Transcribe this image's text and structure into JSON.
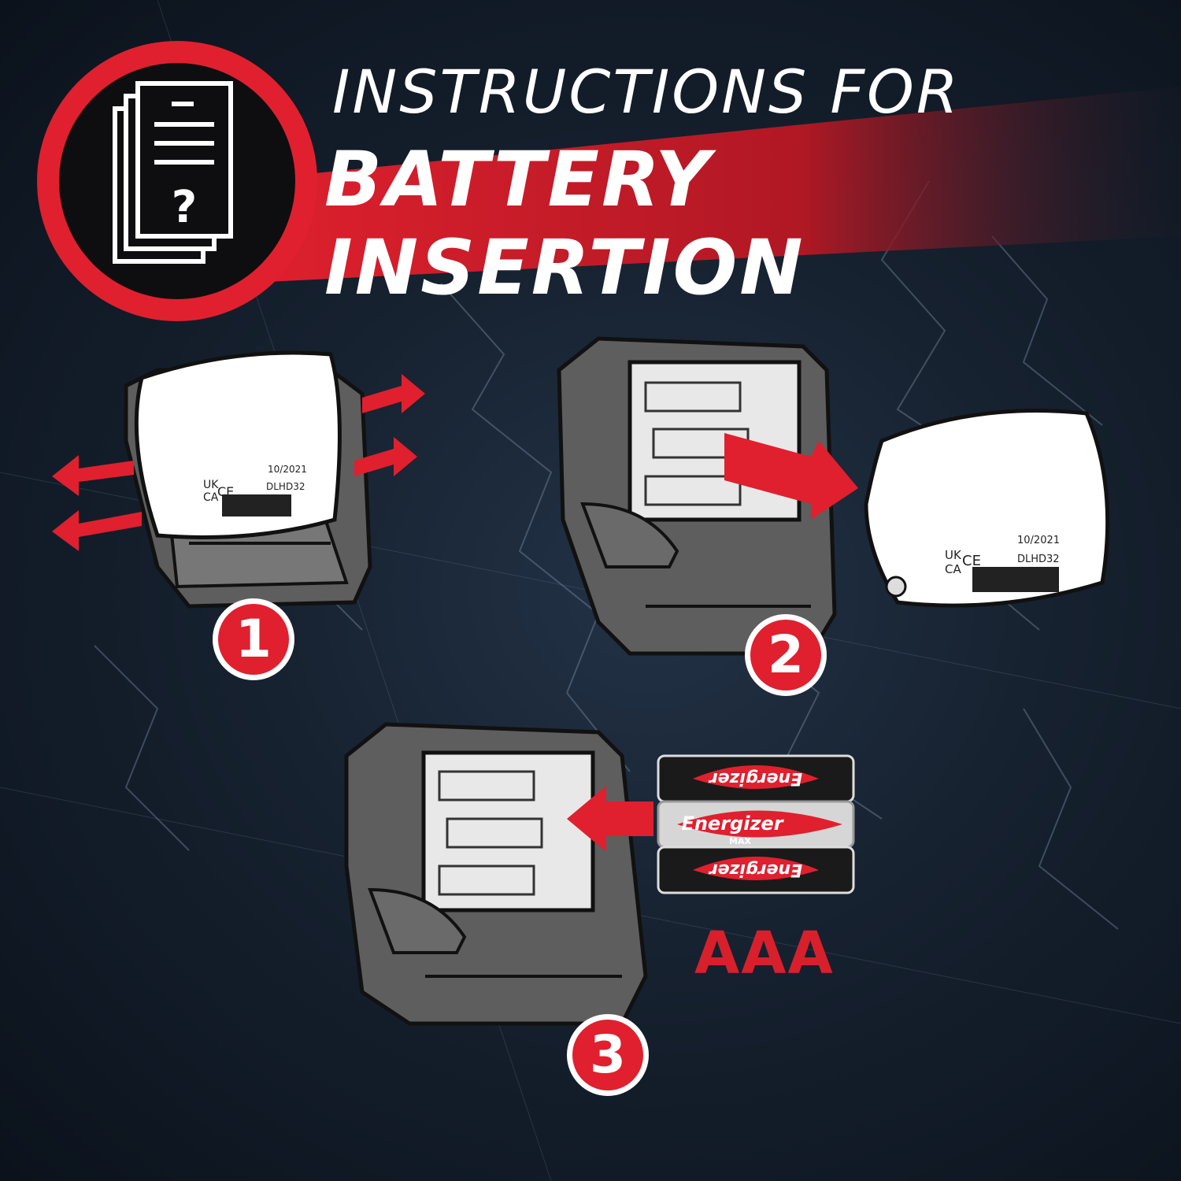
{
  "heading": {
    "line1": "INSTRUCTIONS FOR",
    "line2": "BATTERY INSERTION",
    "icon": "document-question-icon"
  },
  "colors": {
    "accent_red": "#e0202e",
    "background": "#16212f",
    "device_grey": "#6b6b6b",
    "cover_white": "#ffffff"
  },
  "steps": [
    {
      "number": "1",
      "description_icon": "remove-cover-icon"
    },
    {
      "number": "2",
      "description_icon": "detach-cover-icon"
    },
    {
      "number": "3",
      "description_icon": "insert-batteries-icon"
    }
  ],
  "cover_markings": {
    "uk": "UK",
    "ca": "CA",
    "ce": "CE",
    "code": "10/2021",
    "model": "DLHD32"
  },
  "battery": {
    "brand": "Energizer",
    "variant": "MAX",
    "count": 3,
    "type_label": "AAA"
  }
}
